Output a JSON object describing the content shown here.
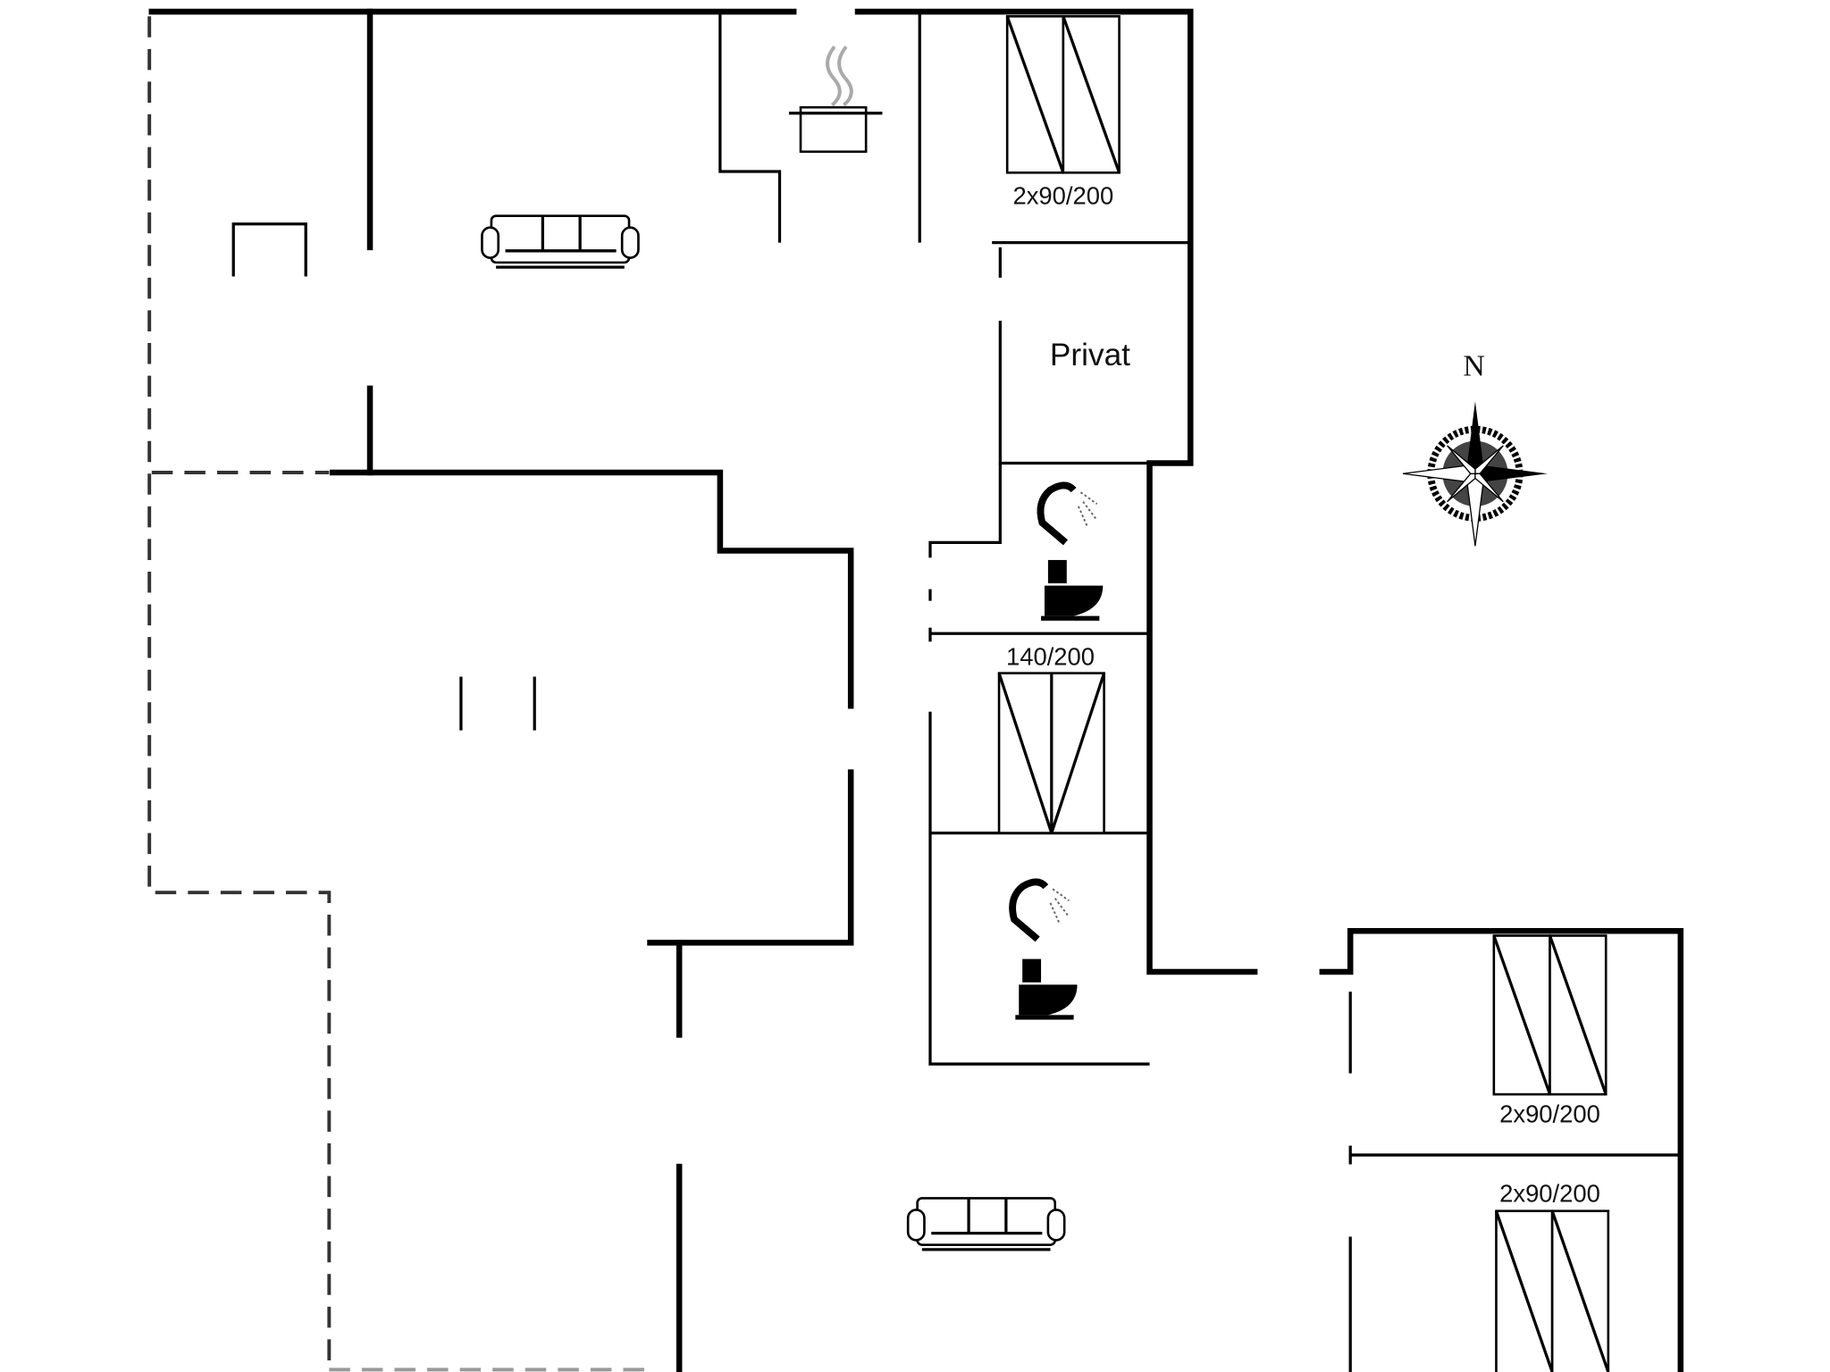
{
  "labels": {
    "room_private": "Privat",
    "bed_top": "2x90/200",
    "bed_middle": "140/200",
    "bed_bottom_right_1": "2x90/200",
    "bed_bottom_right_2": "2x90/200"
  },
  "compass": {
    "north_label": "N"
  }
}
